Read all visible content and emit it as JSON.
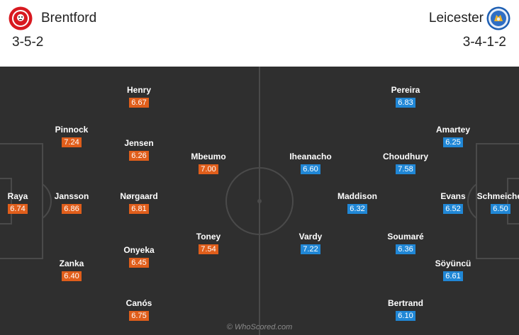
{
  "home": {
    "name": "Brentford",
    "formation": "3-5-2",
    "badge_icon": "brentford-crest-icon",
    "color": "#e05e1b",
    "players": [
      {
        "id": "raya",
        "name": "Raya",
        "rating": "6.74"
      },
      {
        "id": "pinnock",
        "name": "Pinnock",
        "rating": "7.24"
      },
      {
        "id": "jansson",
        "name": "Jansson",
        "rating": "6.86"
      },
      {
        "id": "zanka",
        "name": "Zanka",
        "rating": "6.40"
      },
      {
        "id": "henry",
        "name": "Henry",
        "rating": "6.67"
      },
      {
        "id": "jensen",
        "name": "Jensen",
        "rating": "6.26"
      },
      {
        "id": "norgaard",
        "name": "Nørgaard",
        "rating": "6.81"
      },
      {
        "id": "onyeka",
        "name": "Onyeka",
        "rating": "6.45"
      },
      {
        "id": "canos",
        "name": "Canós",
        "rating": "6.75"
      },
      {
        "id": "mbeumo",
        "name": "Mbeumo",
        "rating": "7.00"
      },
      {
        "id": "toney",
        "name": "Toney",
        "rating": "7.54"
      }
    ]
  },
  "away": {
    "name": "Leicester",
    "formation": "3-4-1-2",
    "badge_icon": "leicester-crest-icon",
    "color": "#2087d6",
    "players": [
      {
        "id": "iheanacho",
        "name": "Iheanacho",
        "rating": "6.60"
      },
      {
        "id": "vardy",
        "name": "Vardy",
        "rating": "7.22"
      },
      {
        "id": "maddison",
        "name": "Maddison",
        "rating": "6.32"
      },
      {
        "id": "pereira",
        "name": "Pereira",
        "rating": "6.83"
      },
      {
        "id": "choudhury",
        "name": "Choudhury",
        "rating": "7.58"
      },
      {
        "id": "soumare",
        "name": "Soumaré",
        "rating": "6.36"
      },
      {
        "id": "bertrand",
        "name": "Bertrand",
        "rating": "6.10"
      },
      {
        "id": "amartey",
        "name": "Amartey",
        "rating": "6.25"
      },
      {
        "id": "evans",
        "name": "Evans",
        "rating": "6.52"
      },
      {
        "id": "soyuncu",
        "name": "Söyüncü",
        "rating": "6.61"
      },
      {
        "id": "schmeichel",
        "name": "Schmeichel",
        "rating": "6.50"
      }
    ]
  },
  "watermark": "© WhoScored.com"
}
